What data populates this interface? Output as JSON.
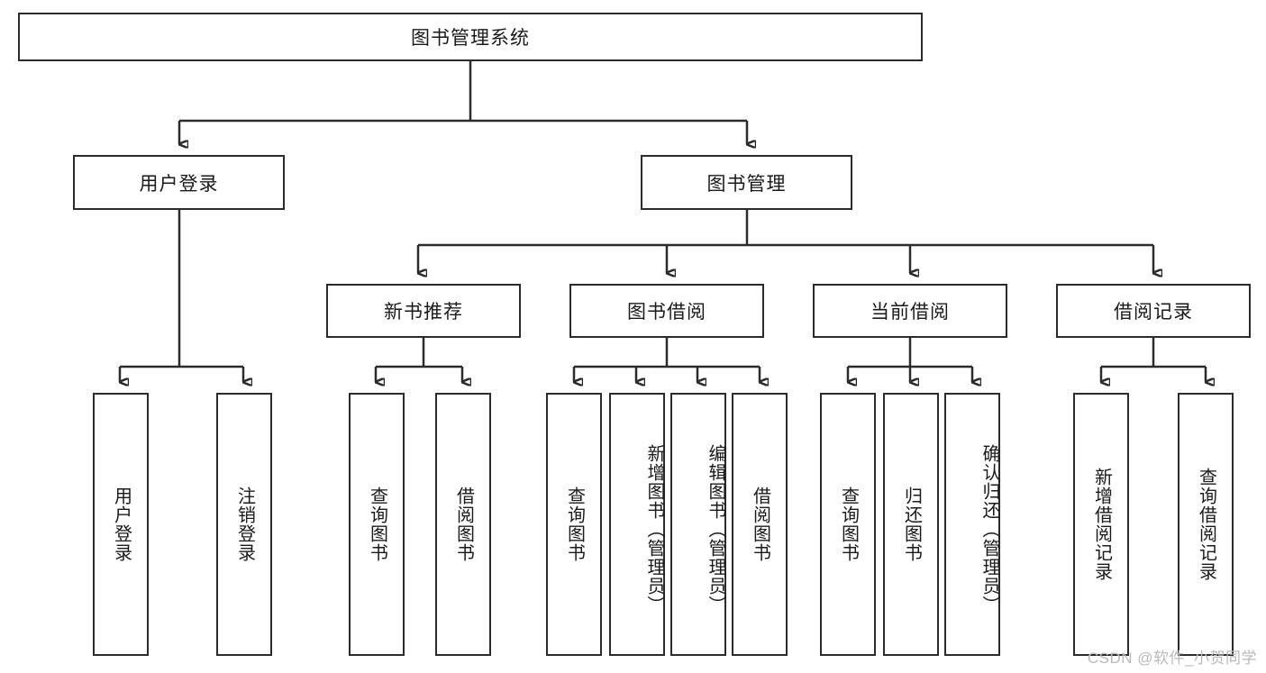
{
  "diagram": {
    "title": "图书管理系统",
    "type": "hierarchy-tree",
    "root": {
      "label": "图书管理系统"
    },
    "level2": [
      {
        "label": "用户登录"
      },
      {
        "label": "图书管理"
      }
    ],
    "level3": [
      {
        "label": "新书推荐"
      },
      {
        "label": "图书借阅"
      },
      {
        "label": "当前借阅"
      },
      {
        "label": "借阅记录"
      }
    ],
    "leaves": {
      "user_login": [
        {
          "label": "用户登录"
        },
        {
          "label": "注销登录"
        }
      ],
      "new_book_recommend": [
        {
          "label": "查询图书"
        },
        {
          "label": "借阅图书"
        }
      ],
      "book_borrow": [
        {
          "label": "查询图书"
        },
        {
          "label": "新增图书（管理员）"
        },
        {
          "label": "编辑图书（管理员）"
        },
        {
          "label": "借阅图书"
        }
      ],
      "current_borrow": [
        {
          "label": "查询图书"
        },
        {
          "label": "归还图书"
        },
        {
          "label": "确认归还（管理员）"
        }
      ],
      "borrow_record": [
        {
          "label": "新增借阅记录"
        },
        {
          "label": "查询借阅记录"
        }
      ]
    }
  },
  "watermark": {
    "text": "CSDN @软件_小贺同学"
  },
  "colors": {
    "box_border": "#2b2b2b",
    "box_fill": "#ffffff",
    "text": "#1a1a1a",
    "watermark": "#b9b9b9",
    "background": "#ffffff"
  }
}
